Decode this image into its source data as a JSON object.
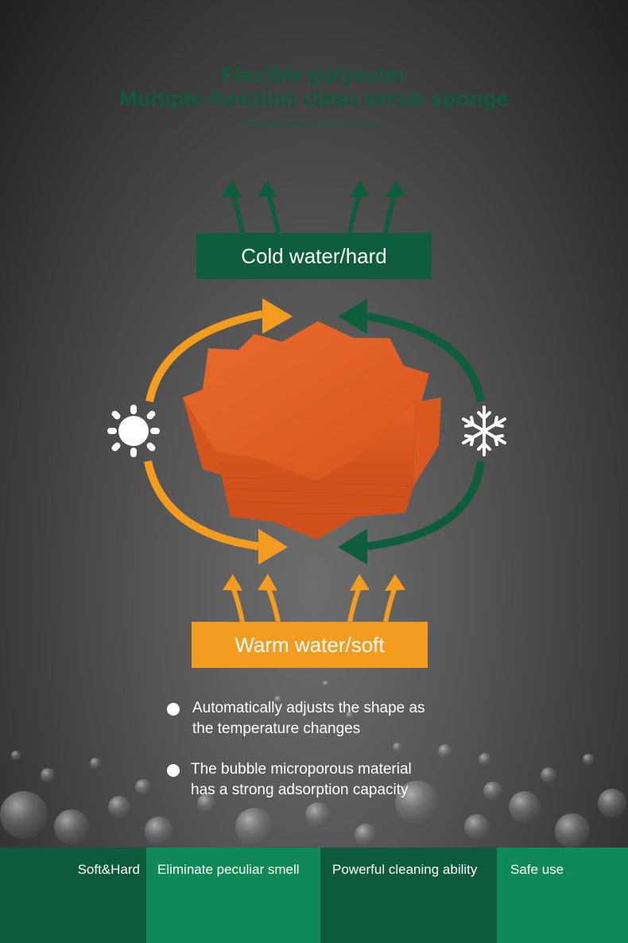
{
  "header": {
    "title_line1": "Flexible polyester",
    "title_line2": "Multiple-function clean scrub sponge",
    "subtitle": "Polyester increased 3 times durability"
  },
  "diagram": {
    "cold_label": "Cold water/hard",
    "warm_label": "Warm water/soft",
    "icons": [
      "sun-icon",
      "snowflake-icon"
    ],
    "colors": {
      "green": "#0e5d3c",
      "orange": "#f49c1f",
      "sponge": "#e4652a"
    }
  },
  "features": [
    {
      "line1": "Automatically adjusts the shape as",
      "line2": "the temperature changes"
    },
    {
      "line1": "The bubble microporous material",
      "line2": "has a strong adsorption capacity"
    }
  ],
  "footer": {
    "items": [
      "Soft&Hard",
      "Eliminate peculiar smell",
      "Powerful cleaning ability",
      "Safe use"
    ],
    "colors": {
      "dark": "#0e5a3c",
      "light": "#0f8a57"
    }
  }
}
